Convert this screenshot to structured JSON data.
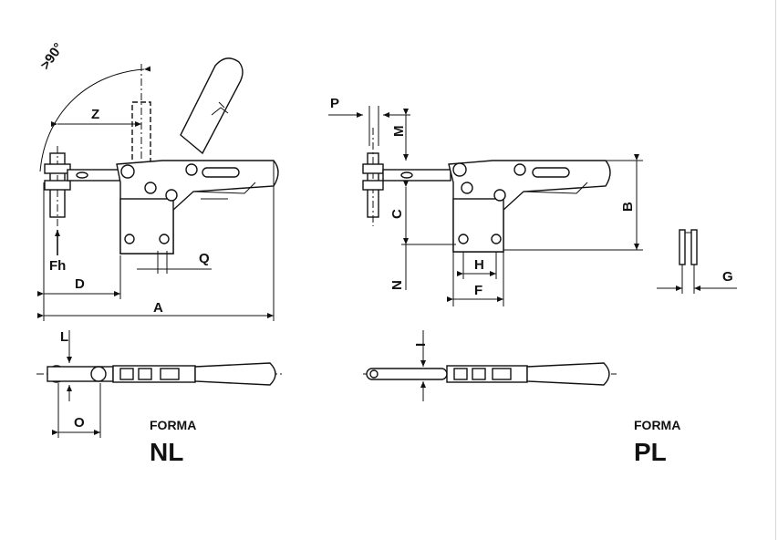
{
  "labels": {
    "angle": ">90°",
    "Z": "Z",
    "Fh": "Fh",
    "D": "D",
    "A": "A",
    "Q": "Q",
    "L": "L",
    "O": "O",
    "P": "P",
    "M": "M",
    "C": "C",
    "B": "B",
    "N": "N",
    "H": "H",
    "F": "F",
    "G": "G",
    "I": "I"
  },
  "forma_nl": {
    "caption": "FORMA",
    "code": "NL"
  },
  "forma_pl": {
    "caption": "FORMA",
    "code": "PL"
  }
}
